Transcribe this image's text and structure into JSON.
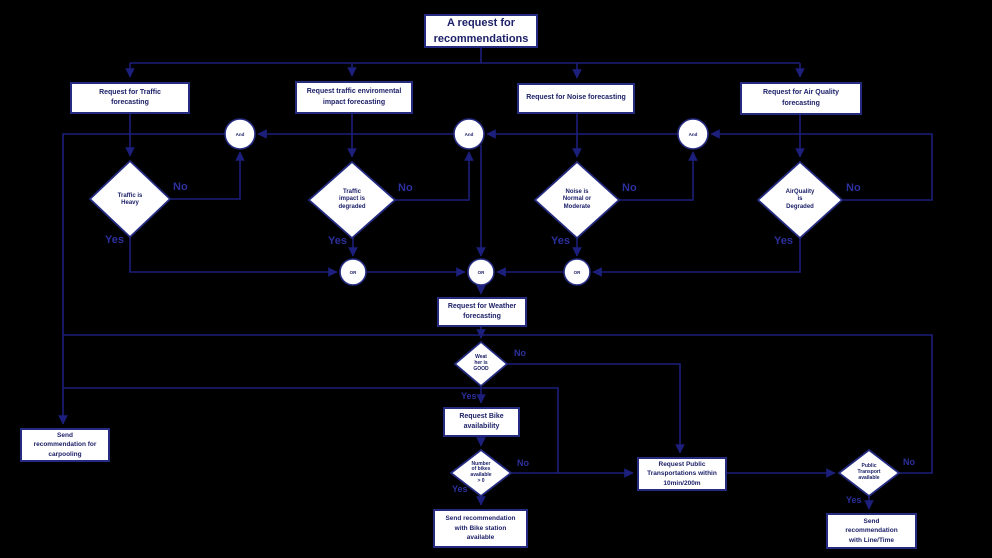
{
  "palette": {
    "background": "#000000",
    "line": "#1c1f7b",
    "node_fill": "#ffffff",
    "node_border": "#242b80",
    "node_text": "#1d2168",
    "branch_label": "#2c309c"
  },
  "labels": {
    "yes": "Yes",
    "no": "No",
    "and": "And",
    "or": "OR"
  },
  "nodes": {
    "title": "A request for\nrecommendations",
    "traffic_forecast": "Request for Traffic\nforecasting",
    "impact_forecast": "Request traffic enviromental\nimpact forecasting",
    "noise_forecast": "Request for Noise forecasting",
    "air_forecast": "Request for Air Quality\nforecasting",
    "weather_forecast": "Request for Weather\nforecasting",
    "bike_availability": "Request Bike\navailability",
    "public_transport": "Request Public\nTransportations within\n10min/200m",
    "carpool": "Send\nrecommendation for\ncarpooling",
    "bike_station": "Send recommendation\nwith Bike station\navailable",
    "line_time": "Send\nrecommendation\nwith Line/Time"
  },
  "decisions": {
    "traffic": "Traffic is\nHeavy",
    "impact": "Traffic\nimpact is\ndegraded",
    "noise": "Noise is\nNormal or\nModerate",
    "air": "AirQuality\nis\nDegraded",
    "weather": "Weat\nher is\nGOOD",
    "bikes": "Number\nof bikes\navailable\n> 0",
    "pt": "Public\nTransport\navailable"
  }
}
